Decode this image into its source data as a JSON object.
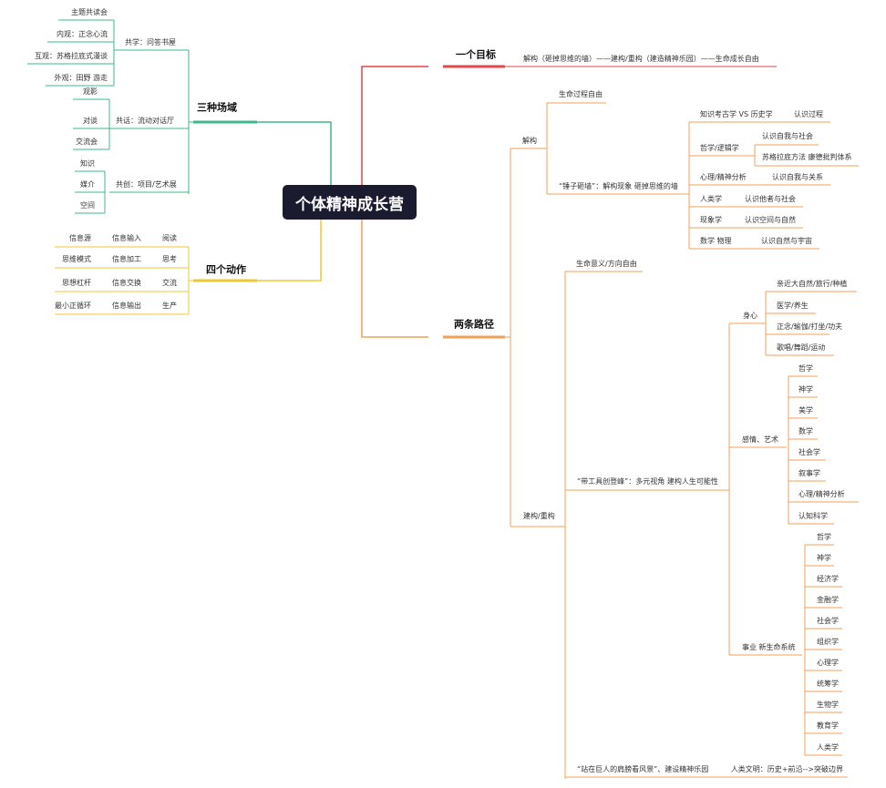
{
  "root": "个体精神成长营",
  "colors": {
    "green": "#3cb88a",
    "yellow": "#f2c832",
    "red": "#e2474a",
    "orange": "#f0a058",
    "root_bg": "#1a1b2e"
  },
  "goal": {
    "title": "一个目标",
    "desc": "解构（砸掉思维的墙）——建构/重构（建造精神乐园）——生命成长自由"
  },
  "fields": {
    "title": "三种场域",
    "shared": {
      "label": "共学：问答书屋",
      "items": [
        "主题共读会",
        "内观：正念心流",
        "互观：苏格拉底式漫谈",
        "外观：田野 游走"
      ]
    },
    "talk": {
      "label": "共话：流动对话厅",
      "items": [
        "观影",
        "对谈",
        "交流会"
      ]
    },
    "create": {
      "label": "共创：项目/艺术展",
      "items": [
        "知识",
        "媒介",
        "空间"
      ]
    }
  },
  "actions": {
    "title": "四个动作",
    "rows": [
      {
        "a": "信息源",
        "b": "信息输入",
        "c": "阅读"
      },
      {
        "a": "思维模式",
        "b": "信息加工",
        "c": "思考"
      },
      {
        "a": "思想杠杆",
        "b": "信息交换",
        "c": "交流"
      },
      {
        "a": "最小正循环",
        "b": "信息输出",
        "c": "生产"
      }
    ]
  },
  "paths": {
    "title": "两条路径",
    "deconstruct": {
      "label": "解构",
      "freedom": "生命过程自由",
      "hammer": "“锤子砸墙”：解构现象 砸掉思维的墙",
      "items": [
        {
          "label": "知识考古学 VS 历史学",
          "child": "认识过程"
        },
        {
          "label": "哲学/逻辑学",
          "children": [
            "认识自我与社会",
            "苏格拉底方法 康德批判体系"
          ]
        },
        {
          "label": "心理/精神分析",
          "child": "认识自我与关系"
        },
        {
          "label": "人类学",
          "child": "认识他者与社会"
        },
        {
          "label": "现象学",
          "child": "认识空间与自然"
        },
        {
          "label": "数学 物理",
          "child": "认识自然与宇宙"
        }
      ]
    },
    "construct": {
      "label": "建构/重构",
      "meaning": "生命意义/方向自由",
      "tools": "“带工具创登峰”：多元视角 建构人生可能性",
      "body": {
        "label": "身心",
        "items": [
          "亲近大自然/旅行/种植",
          "医学/养生",
          "正念/瑜伽/打坐/功夫",
          "歌唱/舞蹈/运动"
        ]
      },
      "art": {
        "label": "感情、艺术",
        "items": [
          "哲学",
          "神学",
          "美学",
          "数学",
          "社会学",
          "叙事学",
          "心理/精神分析",
          "认知科学"
        ]
      },
      "career": {
        "label": "事业 新生命系统",
        "items": [
          "哲学",
          "神学",
          "经济学",
          "金融学",
          "社会学",
          "组织学",
          "心理学",
          "统筹学",
          "生物学",
          "教育学",
          "人类学"
        ]
      },
      "giants": "“站在巨人的肩膀看风景”、建设精神乐园",
      "civilization": "人类文明：历史+前沿-->突破边界"
    }
  }
}
